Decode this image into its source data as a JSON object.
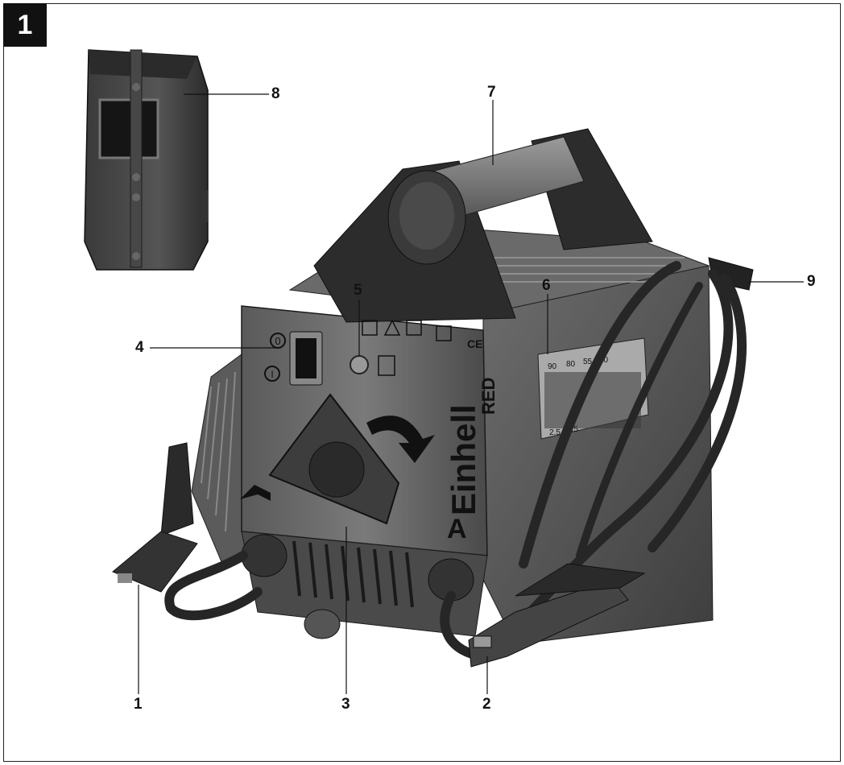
{
  "figure": {
    "number": "1"
  },
  "callouts": {
    "c1": "1",
    "c2": "2",
    "c3": "3",
    "c4": "4",
    "c5": "5",
    "c6": "6",
    "c7": "7",
    "c8": "8",
    "c9": "9"
  },
  "machine": {
    "brand": "Einhell",
    "sub_brand": "RED",
    "switch_off": "0",
    "switch_on": "I",
    "ce_mark": "CE",
    "scale_top": [
      "90",
      "80",
      "55",
      "40"
    ],
    "scale_bottom": [
      "2.5",
      "2.5"
    ]
  }
}
